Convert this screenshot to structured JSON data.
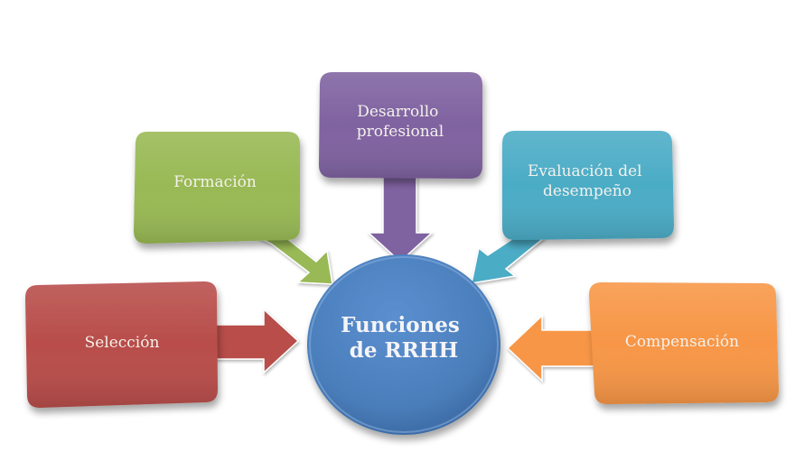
{
  "diagram": {
    "title": "Funciones de RRHH",
    "center": {
      "lines": [
        "Funciones",
        "de RRHH"
      ],
      "color": "#4a7ebb"
    },
    "nodes": [
      {
        "id": "seleccion",
        "lines": [
          "Selección"
        ],
        "color": "#b84d4a",
        "arrow_direction": "right"
      },
      {
        "id": "formacion",
        "lines": [
          "Formación"
        ],
        "color": "#98b954",
        "arrow_direction": "down-right"
      },
      {
        "id": "desarrollo",
        "lines": [
          "Desarrollo",
          "profesional"
        ],
        "color": "#7f62a0",
        "arrow_direction": "down"
      },
      {
        "id": "evaluacion",
        "lines": [
          "Evaluación del",
          "desempeño"
        ],
        "color": "#4bacc6",
        "arrow_direction": "down-left"
      },
      {
        "id": "compensacion",
        "lines": [
          "Compensación"
        ],
        "color": "#f79646",
        "arrow_direction": "left"
      }
    ]
  }
}
